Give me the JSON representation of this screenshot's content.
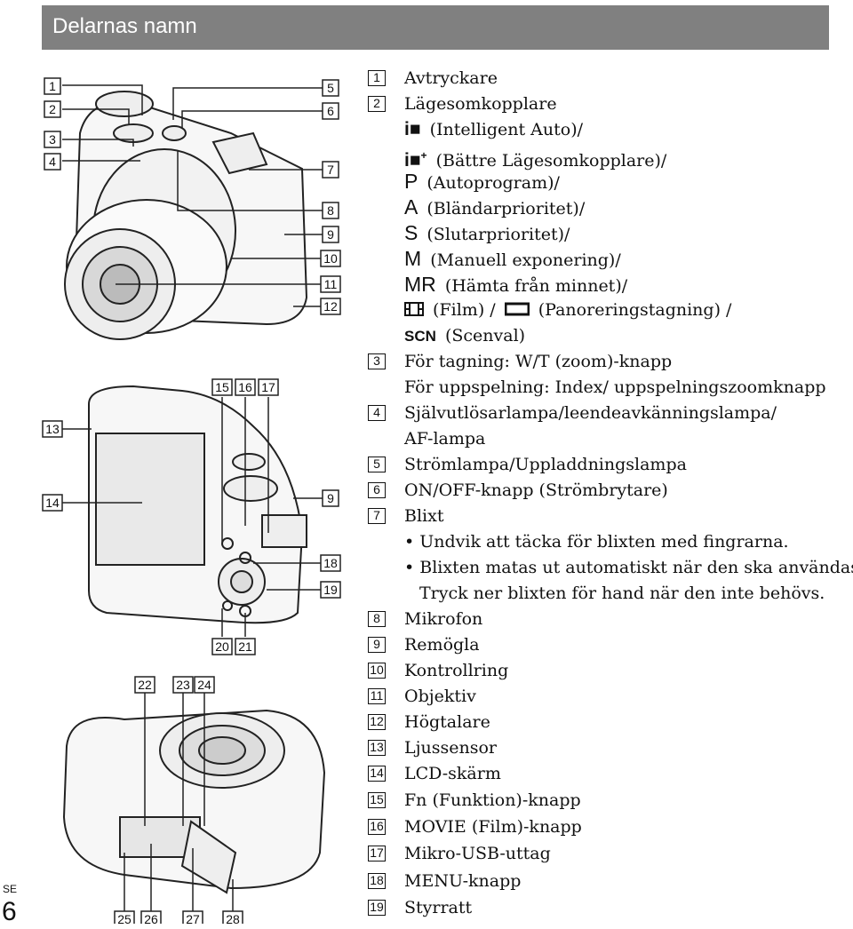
{
  "header": {
    "title": "Delarnas namn"
  },
  "side_label": "SE",
  "page_number": "6",
  "figure": {
    "labels": [
      "1",
      "2",
      "3",
      "4",
      "5",
      "6",
      "7",
      "8",
      "9",
      "10",
      "11",
      "12",
      "13",
      "14",
      "15",
      "16",
      "17",
      "9",
      "18",
      "19",
      "20",
      "21",
      "22",
      "23",
      "24",
      "25",
      "26",
      "27",
      "28"
    ]
  },
  "parts": {
    "p1": {
      "num": "1",
      "label": "Avtryckare"
    },
    "p2": {
      "num": "2",
      "label": "Lägesomkopplare"
    },
    "modes": [
      {
        "icon": "iO",
        "text": "(Intelligent Auto)/"
      },
      {
        "icon": "iO+",
        "text": "(Bättre Lägesomkopplare)/"
      },
      {
        "icon": "P",
        "text": "(Autoprogram)/"
      },
      {
        "icon": "A",
        "text": "(Bländarprioritet)/"
      },
      {
        "icon": "S",
        "text": "(Slutarprioritet)/"
      },
      {
        "icon": "M",
        "text": "(Manuell exponering)/"
      },
      {
        "icon": "MR",
        "text": "(Hämta från minnet)/"
      },
      {
        "icon": "film",
        "text": "(Film) /"
      },
      {
        "icon": "pano",
        "text": "(Panoreringstagning) /"
      },
      {
        "icon": "SCN",
        "text": "(Scenval)"
      }
    ],
    "p3": {
      "num": "3",
      "label": "För tagning: W/T (zoom)-knapp",
      "label2": "För uppspelning: Index/ uppspelningszoomknapp"
    },
    "p4": {
      "num": "4",
      "label": "Självutlösarlampa/leendeavkänningslampa/",
      "label2": "AF-lampa"
    },
    "p5": {
      "num": "5",
      "label": "Strömlampa/Uppladdningslampa"
    },
    "p6": {
      "num": "6",
      "label": "ON/OFF-knapp (Strömbrytare)"
    },
    "p7": {
      "num": "7",
      "label": "Blixt",
      "bullet1": "Undvik att täcka för blixten med fingrarna.",
      "bullet2": "Blixten matas ut automatiskt när den ska användas.",
      "bullet2b": "Tryck ner blixten för hand när den inte behövs."
    },
    "p8": {
      "num": "8",
      "label": "Mikrofon"
    },
    "p9": {
      "num": "9",
      "label": "Remögla"
    },
    "p10": {
      "num": "10",
      "label": "Kontrollring"
    },
    "p11": {
      "num": "11",
      "label": "Objektiv"
    },
    "p12": {
      "num": "12",
      "label": "Högtalare"
    },
    "p13": {
      "num": "13",
      "label": "Ljussensor"
    },
    "p14": {
      "num": "14",
      "label": "LCD-skärm"
    },
    "p15": {
      "num": "15",
      "label": "Fn (Funktion)-knapp"
    },
    "p16": {
      "num": "16",
      "label": "MOVIE (Film)-knapp"
    },
    "p17": {
      "num": "17",
      "label": "Mikro-USB-uttag"
    },
    "p18": {
      "num": "18",
      "label": "MENU-knapp"
    },
    "p19": {
      "num": "19",
      "label": "Styrratt"
    }
  }
}
